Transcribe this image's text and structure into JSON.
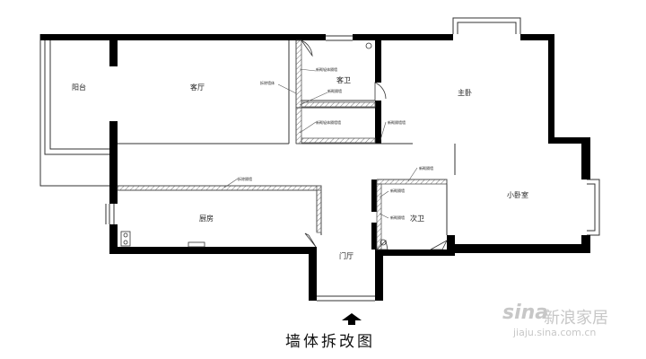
{
  "rooms": {
    "balcony": "阳台",
    "living_room": "客厅",
    "guest_bath": "客卫",
    "master_bedroom": "主卧",
    "kitchen": "厨房",
    "foyer": "门厅",
    "second_bath": "次卫",
    "small_bedroom": "小卧室"
  },
  "annotations": {
    "living_wall_note": "拆除墙体",
    "guest_bath_top_note": "新砌轻体隔墙",
    "guest_bath_mid_note": "新砌隔墙",
    "guest_bath_bottom_note": "新砌轻体隔墙墙",
    "master_bed_note": "新砌隔墙墙",
    "kitchen_note": "拆除隔墙",
    "second_bath_top_note": "新砌隔墙",
    "second_bath_mid_note": "新砌隔墙",
    "second_bath_bottom_note": "新砌隔墙"
  },
  "title": "墙体拆改图",
  "watermark": {
    "logo": "sina",
    "brand": "新浪家居",
    "url": "jiaju.sina.com.cn"
  },
  "colors": {
    "wall": "#000000",
    "line": "#333333",
    "hatch": "#777777",
    "watermark": "#c7c7c7"
  }
}
